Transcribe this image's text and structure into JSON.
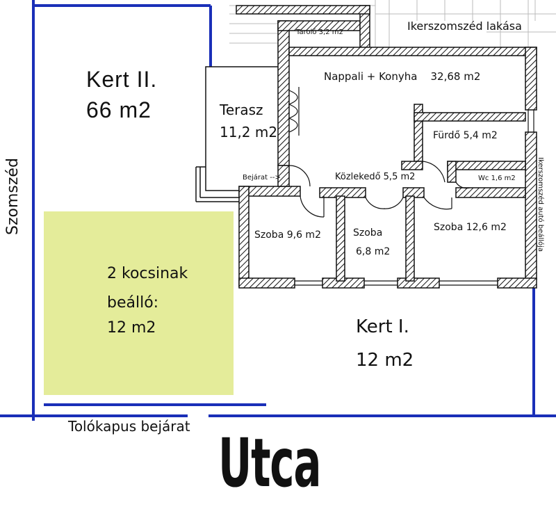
{
  "labels": {
    "kert2_name": "Kert II.",
    "kert2_area": "66 m2",
    "terasz_name": "Terasz",
    "terasz_area": "11,2 m2",
    "nappali": "Nappali + Konyha    32,68 m2",
    "tarolo": "Tároló 3,2 m2",
    "ikerszomszed_lakasa": "Ikerszomszéd lakása",
    "furdo": "Fürdő 5,4 m2",
    "bejarat": "Bejárat -->",
    "kozlekedo": "Közlekedő 5,5 m2",
    "wc": "Wc 1,6 m2",
    "szoba1": "Szoba 9,6 m2",
    "szoba2_name": "Szoba",
    "szoba2_area": "6,8 m2",
    "szoba3": "Szoba 12,6 m2",
    "parking_line1": "2 kocsinak",
    "parking_line2": "beálló:",
    "parking_line3": "12 m2",
    "kert1_name": "Kert I.",
    "kert1_area": "12 m2",
    "szomszed": "Szomszéd",
    "ikerszomszed_auto": "Ikerszomszéd autó beállója",
    "tolokapus": "Tolókapus bejárat",
    "utca": "Utca"
  },
  "colors": {
    "boundary": "#1a2fb8",
    "parking_fill": "#e4ec9a",
    "wall": "#111111"
  }
}
